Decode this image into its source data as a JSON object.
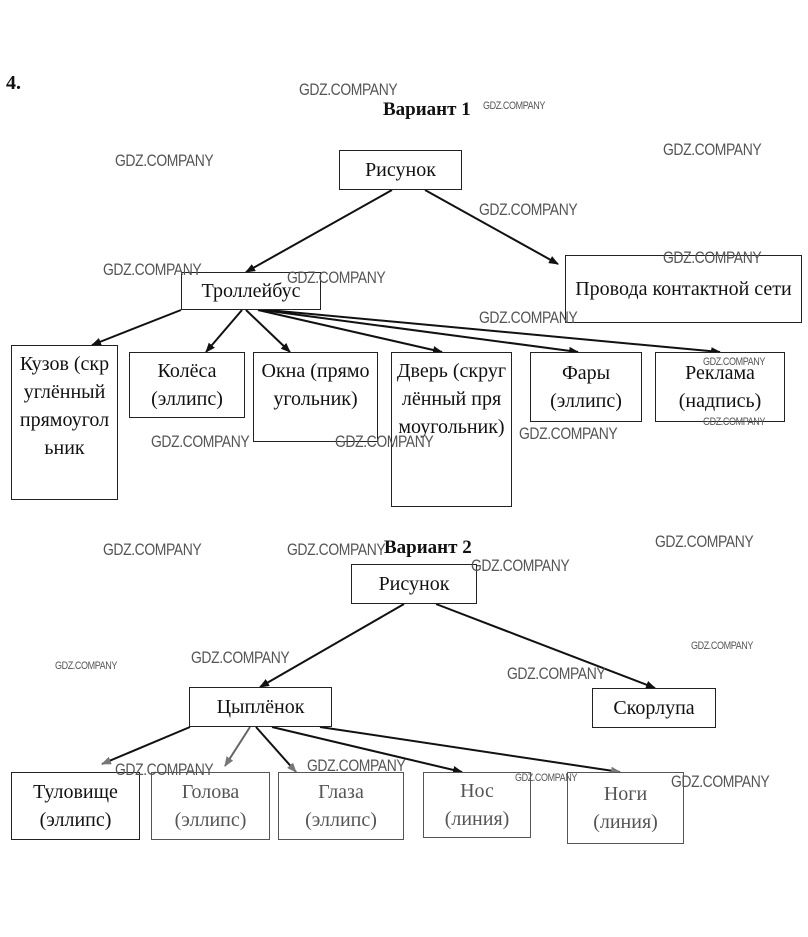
{
  "task_number": "4.",
  "variants": [
    {
      "title": "Вариант 1",
      "root": "Рисунок",
      "children": [
        {
          "label": "Троллейбус",
          "children": [
            {
              "label": "Кузов (скруглённый прямоугольник"
            },
            {
              "label": "Колёса (эллипс)"
            },
            {
              "label": "Окна (прямоугольник)"
            },
            {
              "label": "Дверь (скруглённый прямоугольник)"
            },
            {
              "label": "Фары (эллипс)"
            },
            {
              "label": "Реклама (надпись)"
            }
          ]
        },
        {
          "label": "Провода контактной сети",
          "children": []
        }
      ]
    },
    {
      "title": "Вариант 2",
      "root": "Рисунок",
      "children": [
        {
          "label": "Цыплёнок",
          "children": [
            {
              "label": "Туловище (эллипс)"
            },
            {
              "label": "Голова (эллипс)"
            },
            {
              "label": "Глаза (эллипс)"
            },
            {
              "label": "Нос (линия)"
            },
            {
              "label": "Ноги (линия)"
            }
          ]
        },
        {
          "label": "Скорлупа",
          "children": []
        }
      ]
    }
  ],
  "watermark": "GDZ.COMPANY"
}
